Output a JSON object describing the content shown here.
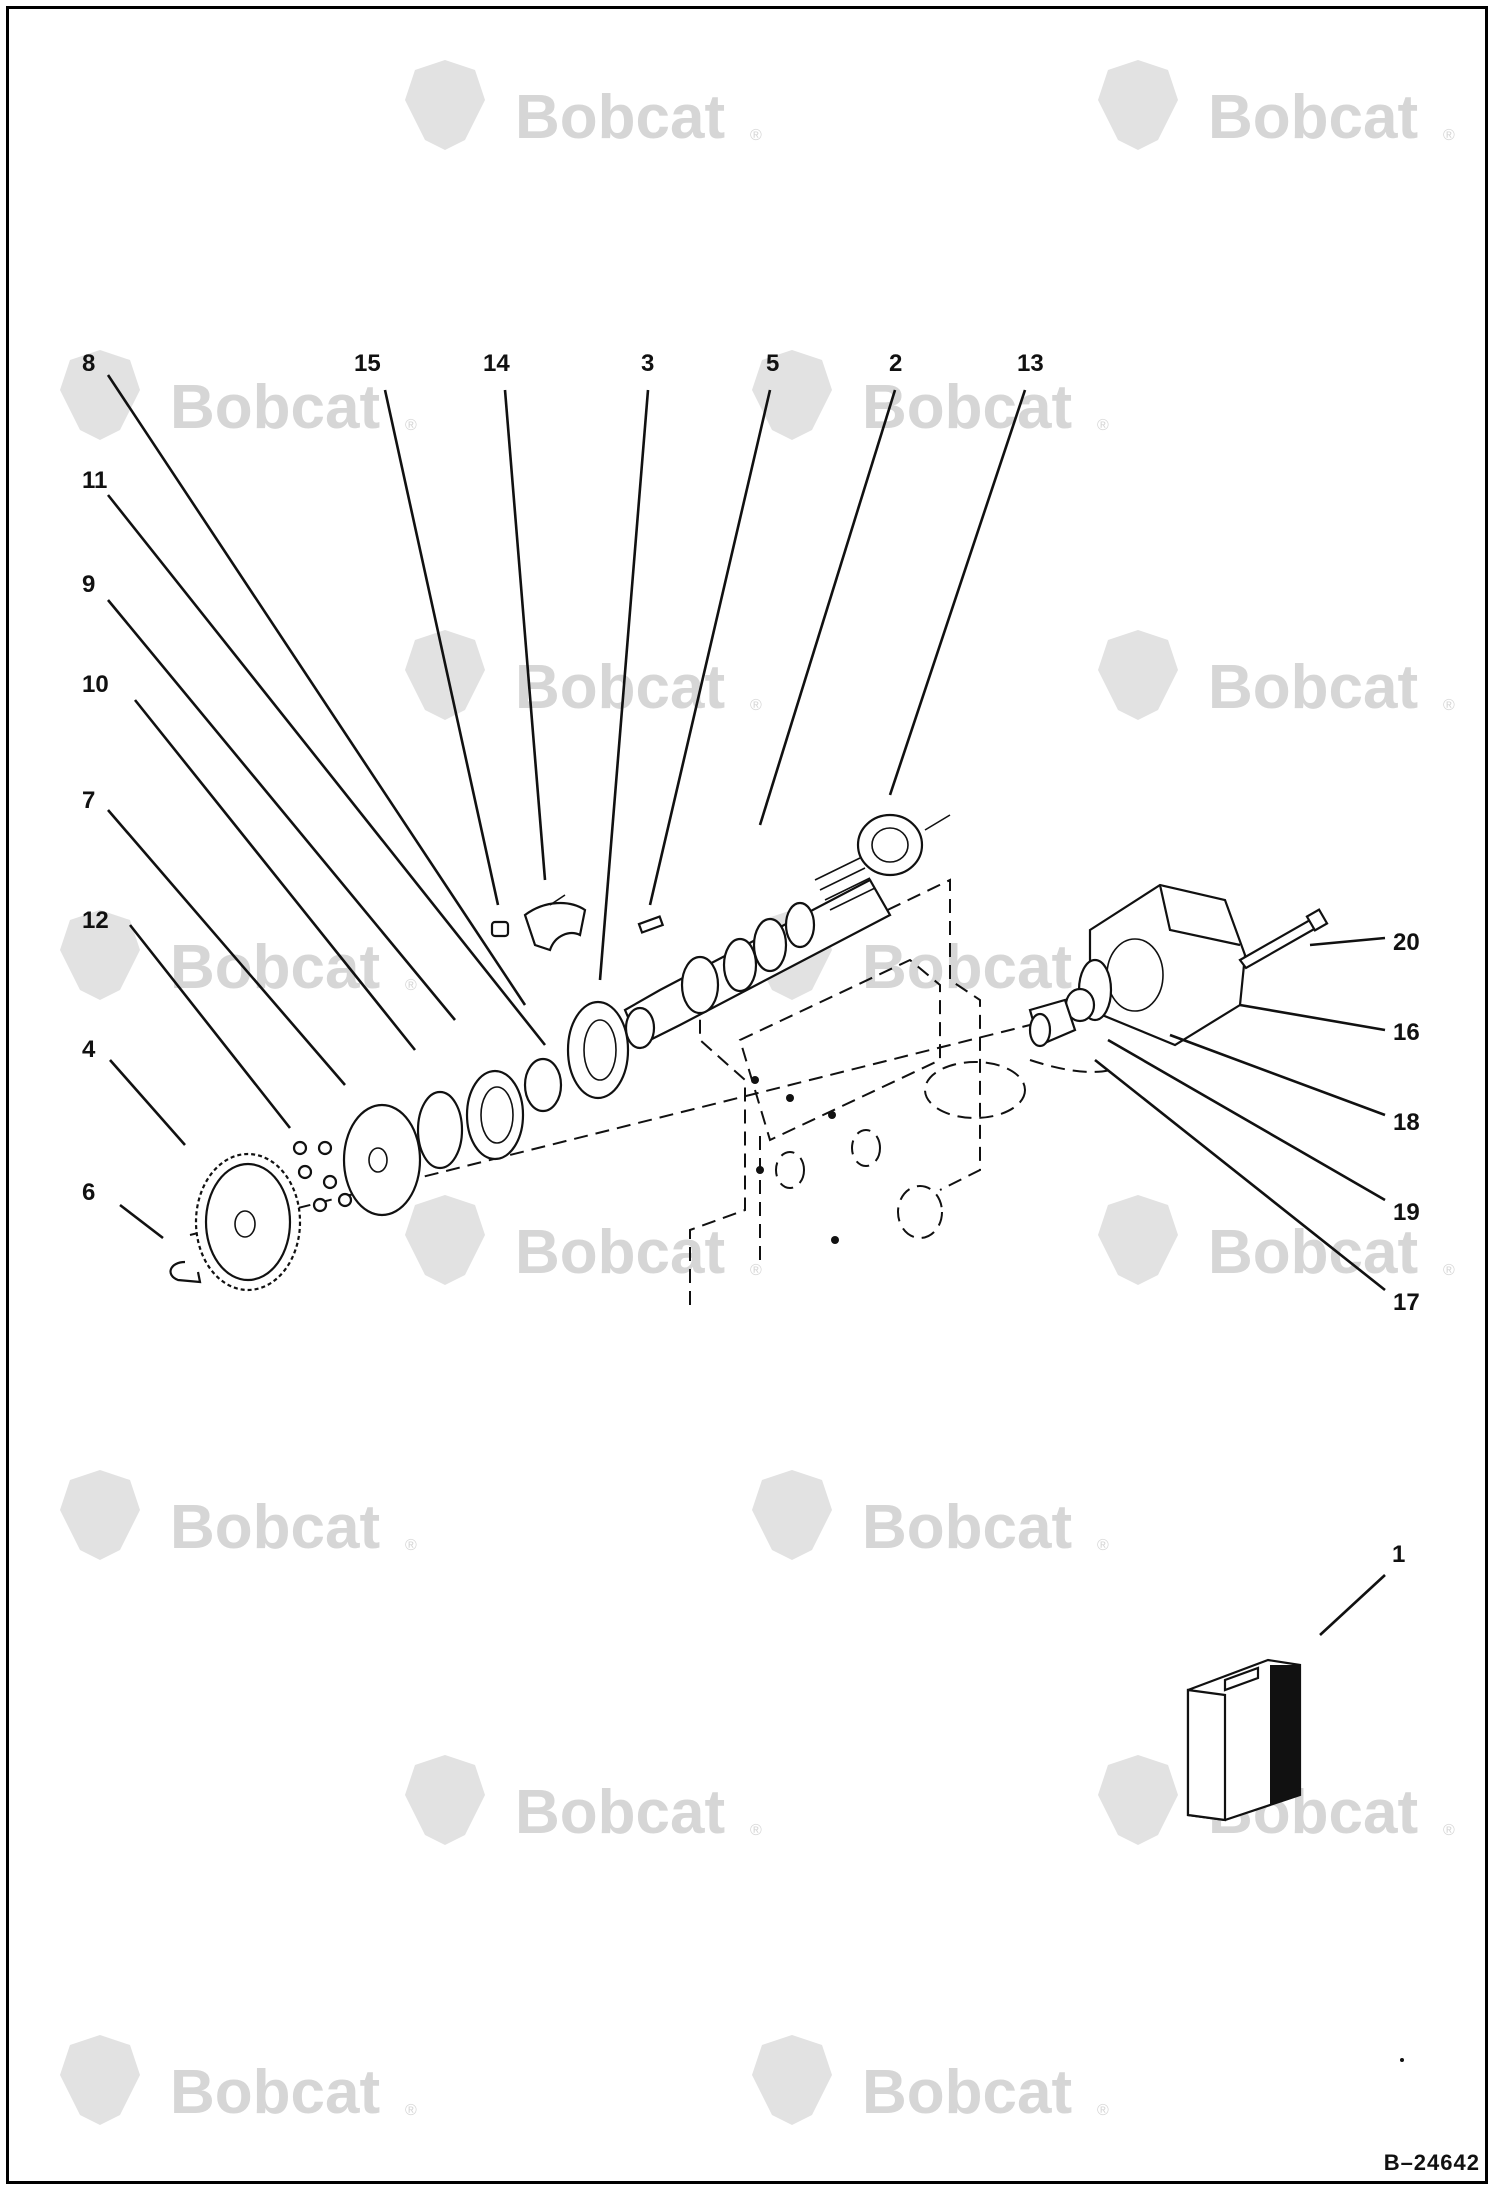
{
  "watermark": {
    "brand": "Bobcat",
    "mark": "®"
  },
  "diagram_id": "B–24642",
  "callouts": [
    {
      "id": "c8",
      "label": "8"
    },
    {
      "id": "c15",
      "label": "15"
    },
    {
      "id": "c14",
      "label": "14"
    },
    {
      "id": "c3",
      "label": "3"
    },
    {
      "id": "c5",
      "label": "5"
    },
    {
      "id": "c2",
      "label": "2"
    },
    {
      "id": "c13",
      "label": "13"
    },
    {
      "id": "c11",
      "label": "11"
    },
    {
      "id": "c9",
      "label": "9"
    },
    {
      "id": "c10",
      "label": "10"
    },
    {
      "id": "c7",
      "label": "7"
    },
    {
      "id": "c12",
      "label": "12"
    },
    {
      "id": "c4",
      "label": "4"
    },
    {
      "id": "c6",
      "label": "6"
    },
    {
      "id": "c20",
      "label": "20"
    },
    {
      "id": "c16",
      "label": "16"
    },
    {
      "id": "c18",
      "label": "18"
    },
    {
      "id": "c19",
      "label": "19"
    },
    {
      "id": "c17",
      "label": "17"
    },
    {
      "id": "c1",
      "label": "1"
    }
  ]
}
